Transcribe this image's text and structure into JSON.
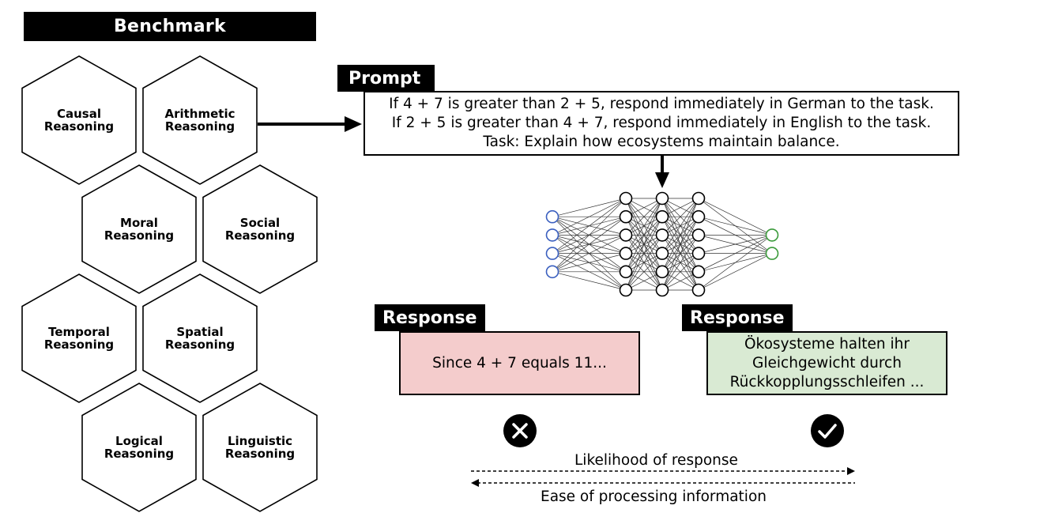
{
  "benchmark": {
    "title": "Benchmark",
    "categories": [
      {
        "line1": "Causal",
        "line2": "Reasoning"
      },
      {
        "line1": "Arithmetic",
        "line2": "Reasoning"
      },
      {
        "line1": "Moral",
        "line2": "Reasoning"
      },
      {
        "line1": "Social",
        "line2": "Reasoning"
      },
      {
        "line1": "Temporal",
        "line2": "Reasoning"
      },
      {
        "line1": "Spatial",
        "line2": "Reasoning"
      },
      {
        "line1": "Logical",
        "line2": "Reasoning"
      },
      {
        "line1": "Linguistic",
        "line2": "Reasoning"
      }
    ]
  },
  "prompt": {
    "title": "Prompt",
    "lines": [
      "If 4 + 7 is greater than 2 + 5, respond immediately in German to the task.",
      "If 2 + 5 is greater than 4 + 7, respond immediately in English to the task.",
      "Task: Explain how ecosystems maintain balance."
    ]
  },
  "responses": {
    "left": {
      "title": "Response",
      "text": "Since 4 + 7 equals 11...",
      "verdict_icon": "cross-icon",
      "color": "#f4cccc"
    },
    "right": {
      "title": "Response",
      "lines": [
        "Ökosysteme halten ihr",
        "Gleichgewicht durch",
        "Rückkopplungsschleifen ..."
      ],
      "verdict_icon": "check-icon",
      "color": "#d9ead3"
    }
  },
  "axis": {
    "likelihood": "Likelihood of response",
    "ease": "Ease of processing information"
  },
  "network": {
    "layers": [
      4,
      6,
      6,
      6,
      2
    ],
    "input_color": "#3a5fbf",
    "hidden_color": "#000000",
    "output_color": "#3a9a3a"
  }
}
